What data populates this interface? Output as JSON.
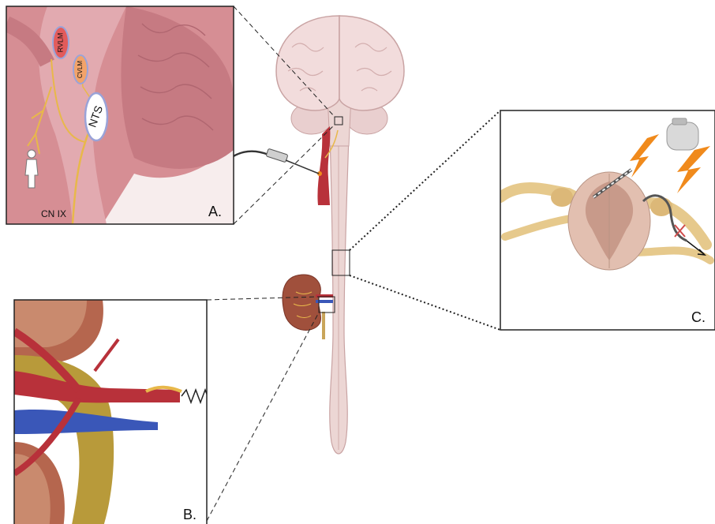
{
  "panel_labels": {
    "a": "A.",
    "b": "B.",
    "c": "C."
  },
  "panel_a_text": {
    "rvlm": "RVLM",
    "cvlm": "CVLM",
    "nts": "NTS",
    "nerve": "CN IX"
  },
  "colors": {
    "nerve": "#e8b84a",
    "artery": "#b8313a",
    "vein": "#3a57b8",
    "brain": "#f2dcdc",
    "spinal_cord": "#ecd6d4",
    "kidney": "#a0503c",
    "spark": "#f08a1c",
    "tissue": "#d68e94"
  },
  "icons": [
    "brain-icon",
    "kidney-icon",
    "electrode-icon",
    "lightning-icon",
    "pulse-generator-icon",
    "human-figure-icon",
    "zigzag-wire-icon"
  ]
}
